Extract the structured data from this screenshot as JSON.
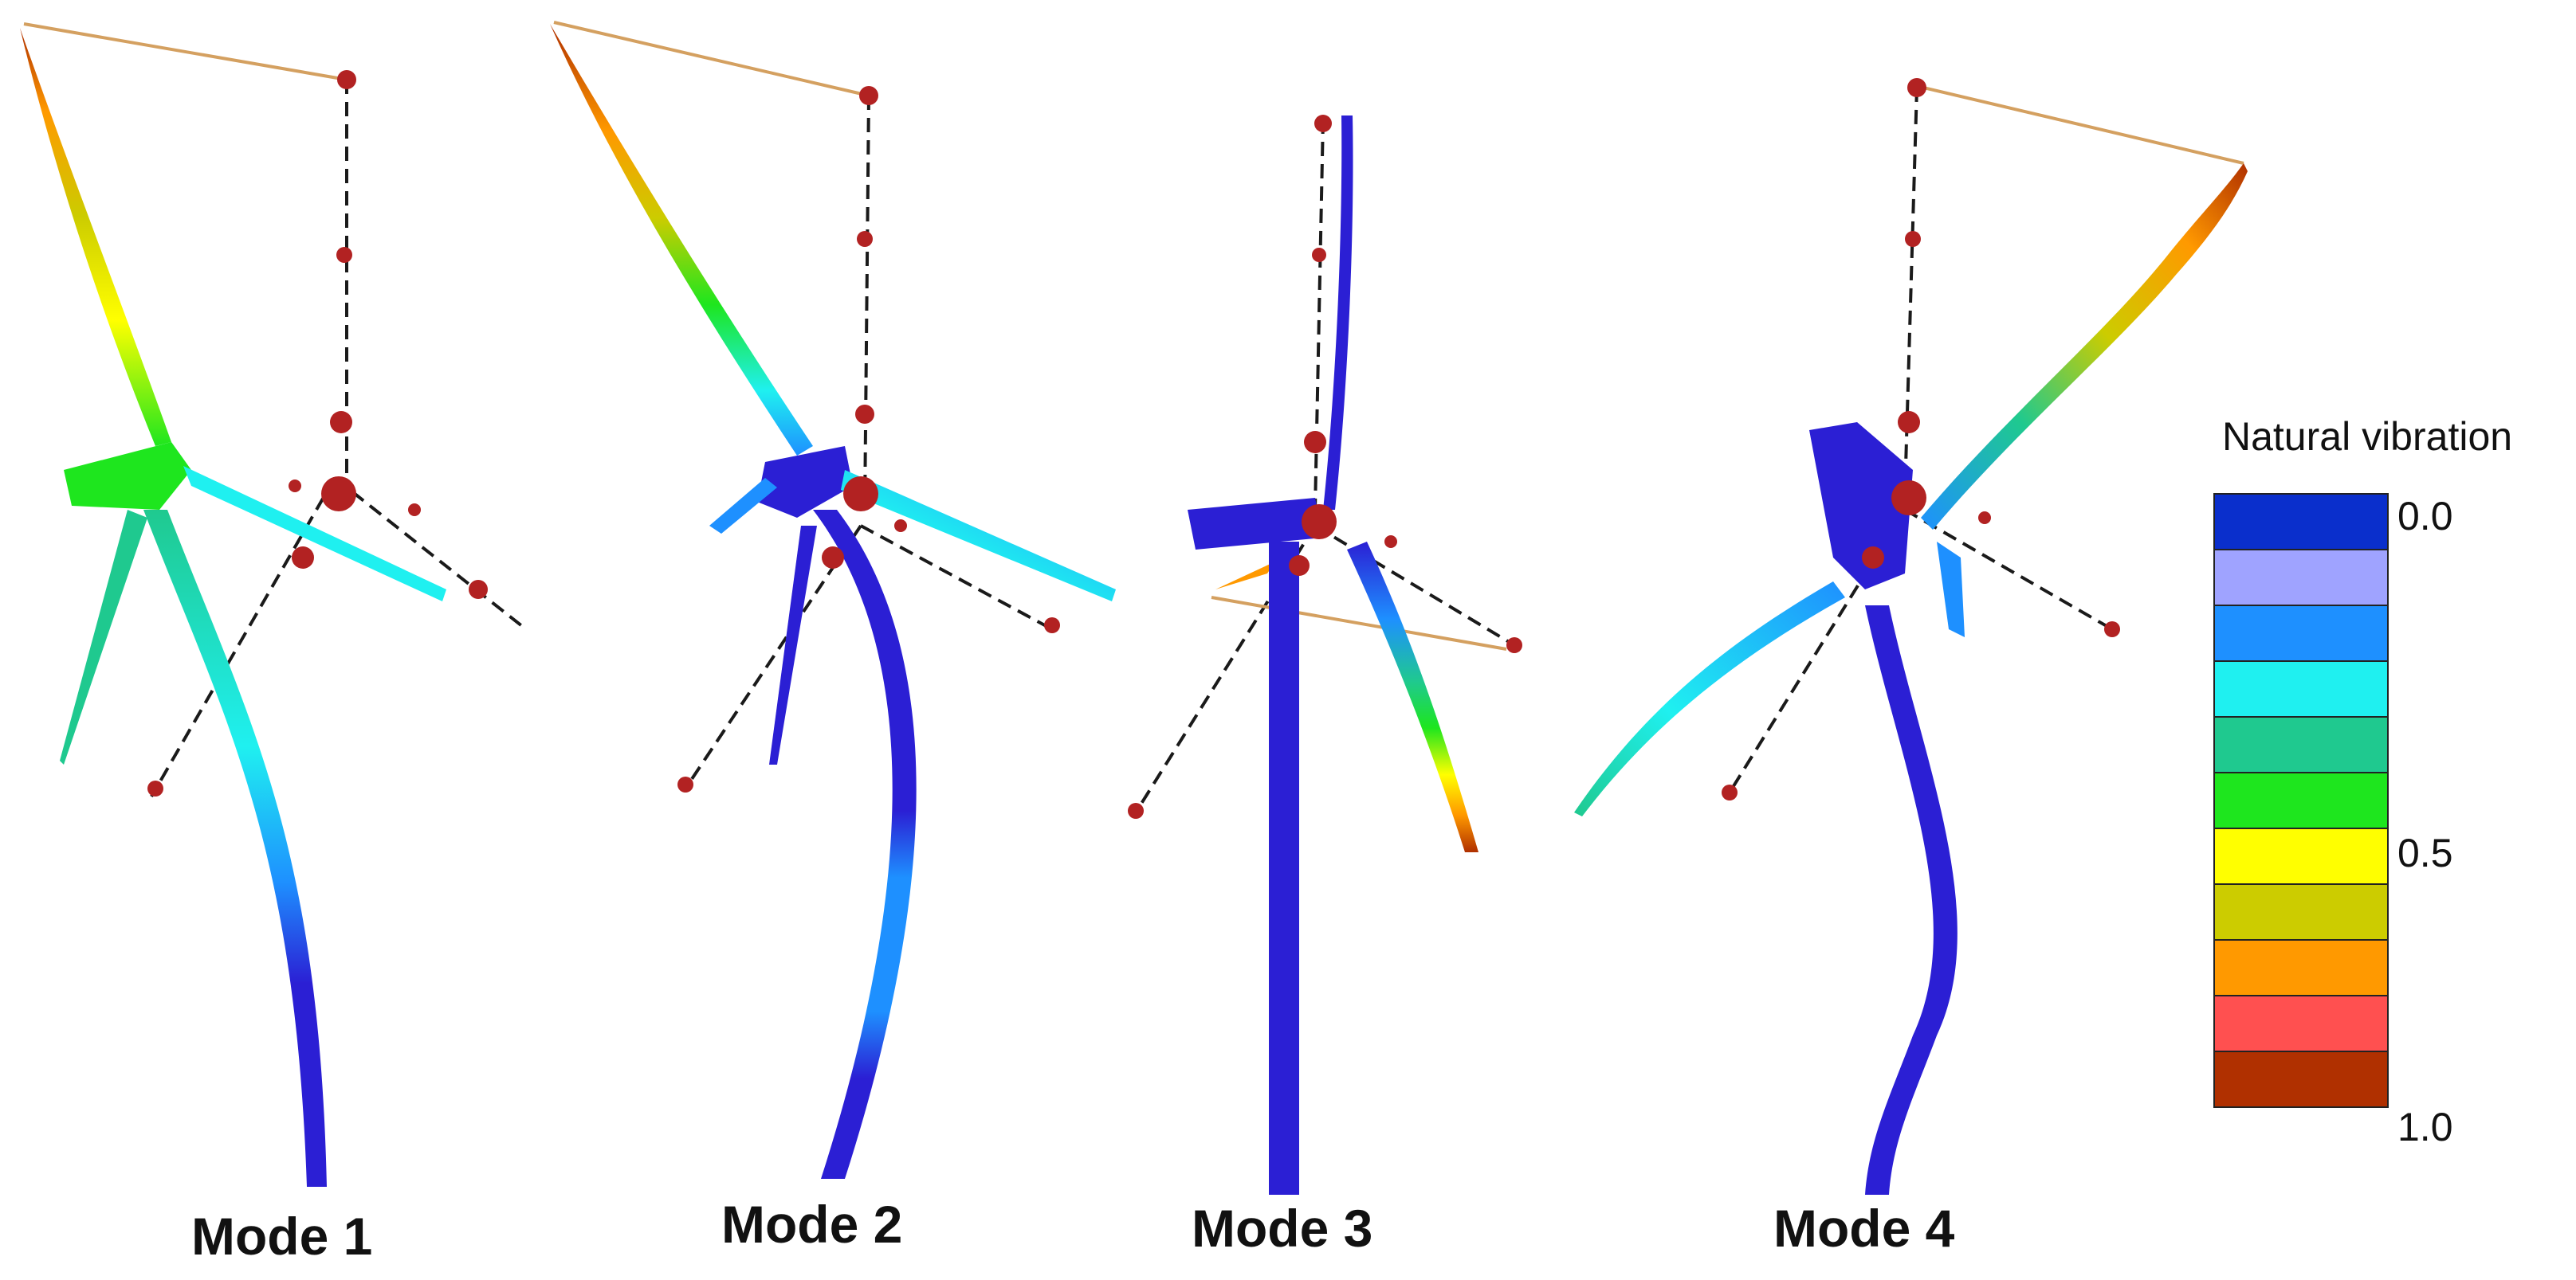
{
  "modes": [
    {
      "label": "Mode 1"
    },
    {
      "label": "Mode 2"
    },
    {
      "label": "Mode 3"
    },
    {
      "label": "Mode 4"
    }
  ],
  "legend": {
    "title": "Natural vibration",
    "ticks": [
      "0.0",
      "0.5",
      "1.0"
    ],
    "colors": [
      "#0a2fcc",
      "#9fa3ff",
      "#1e90ff",
      "#1ff0f0",
      "#1fc98f",
      "#1ee61e",
      "#ffff00",
      "#cccc00",
      "#ff9900",
      "#ff5050",
      "#b03000"
    ]
  },
  "colors": {
    "tower": "#2b1fd4",
    "joint": "#b22222",
    "cable": "#d4a060"
  }
}
